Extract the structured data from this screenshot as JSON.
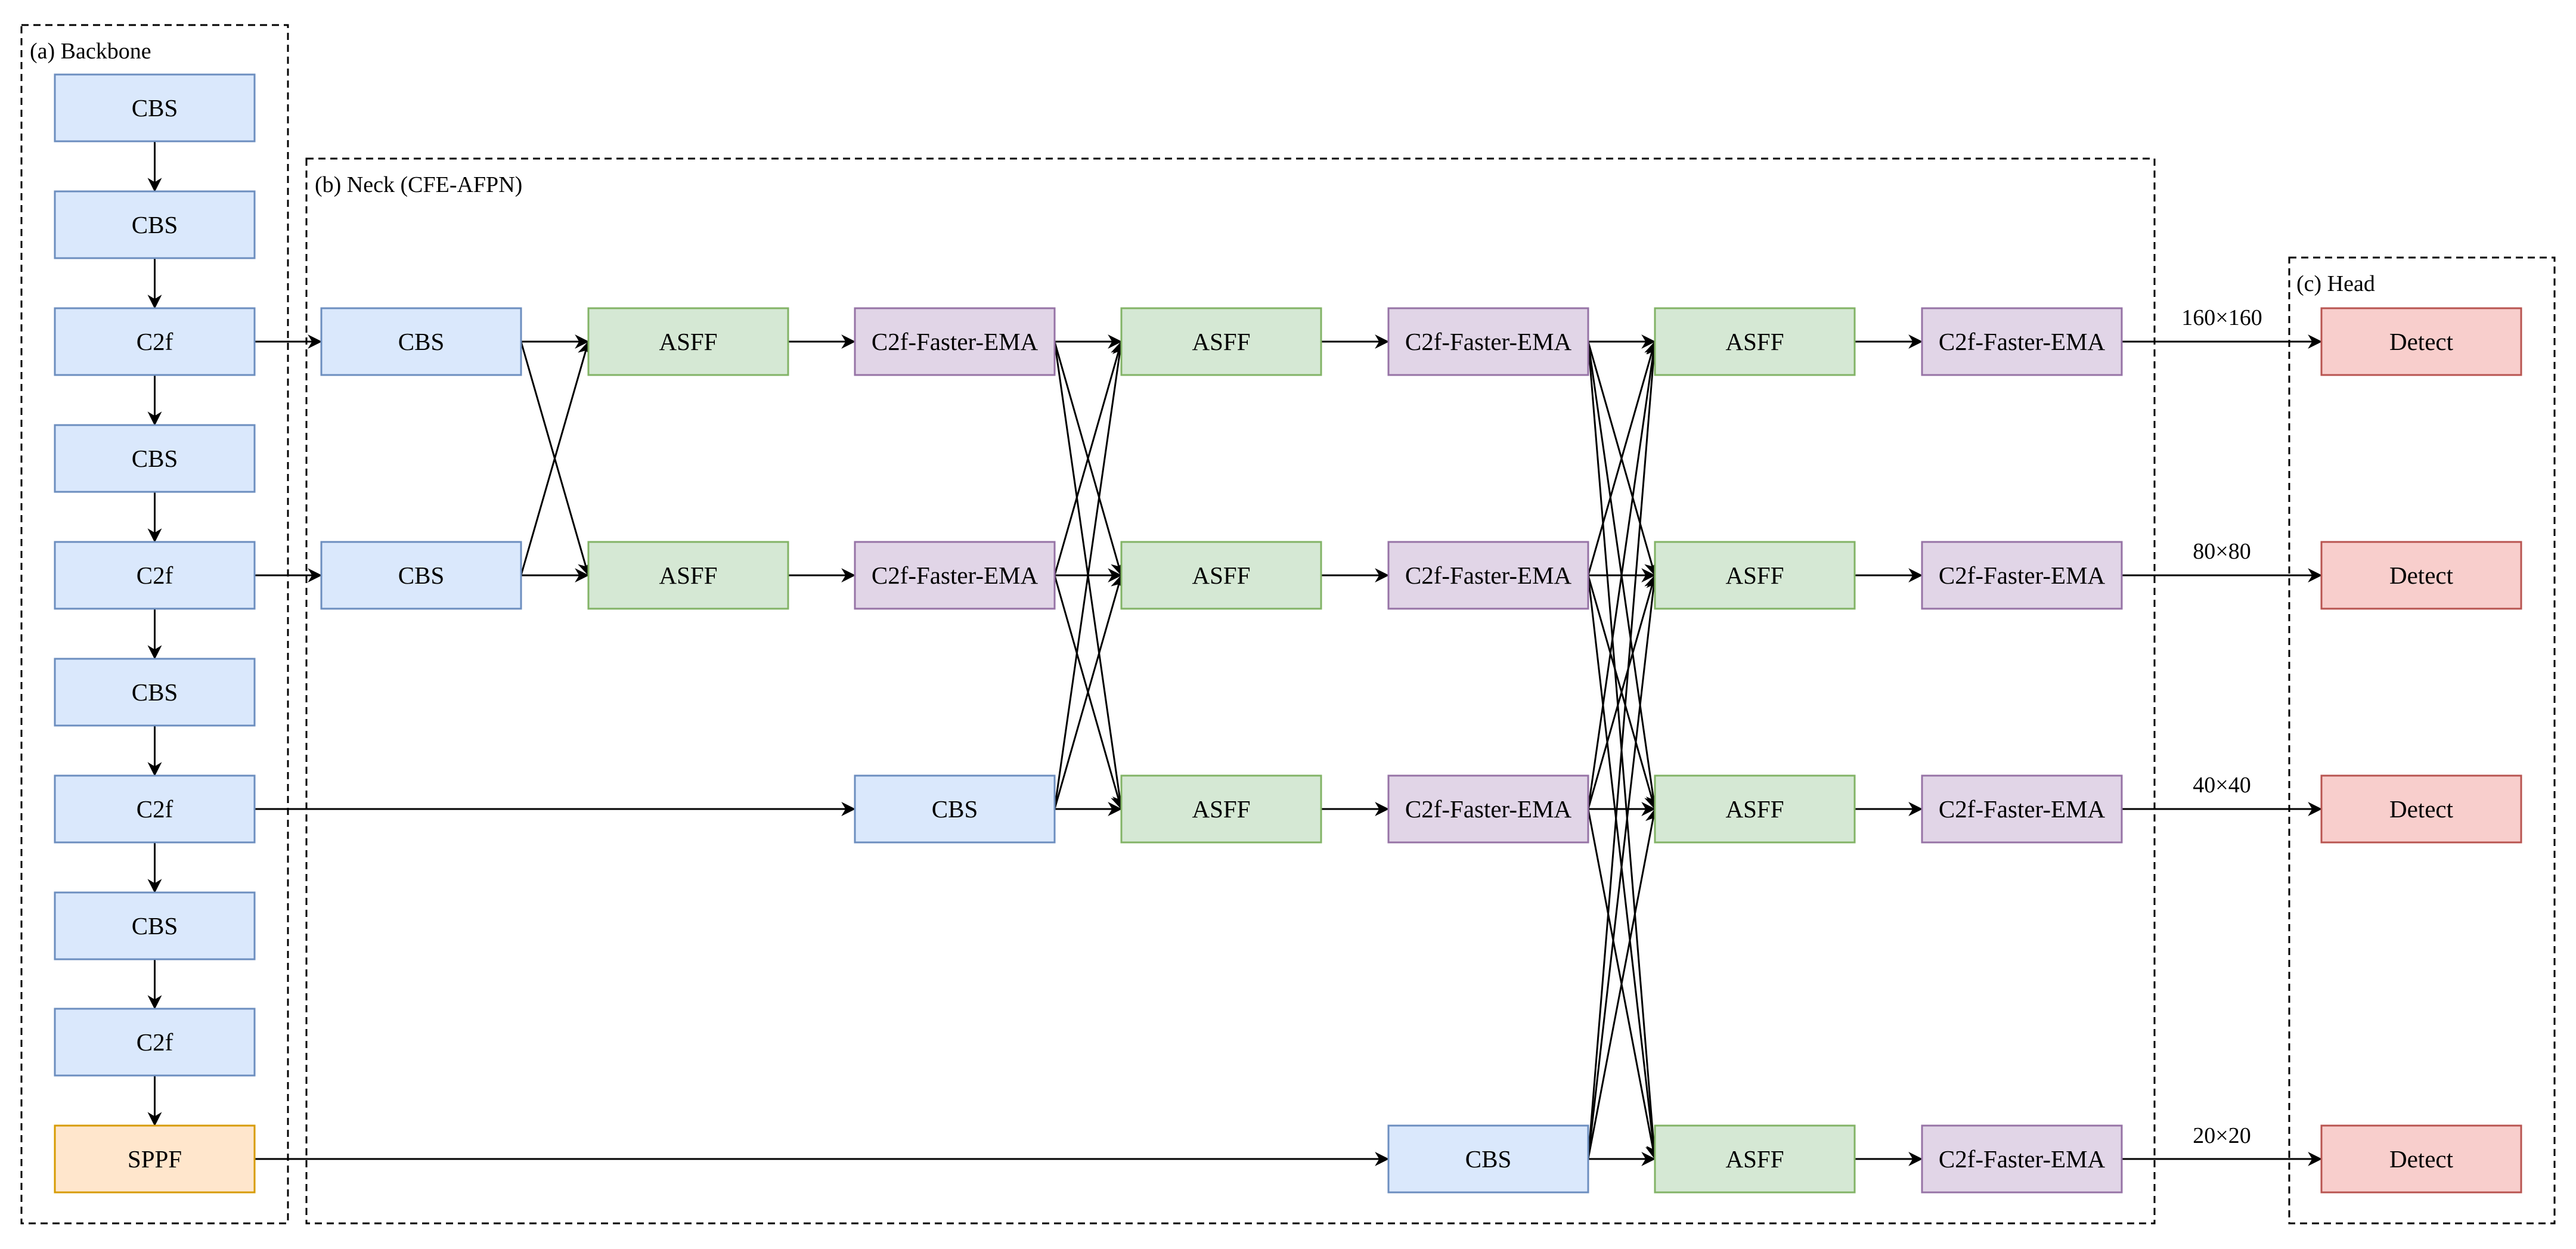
{
  "regions": {
    "backbone": "(a) Backbone",
    "neck": "(b) Neck (CFE-AFPN)",
    "head": "(c) Head"
  },
  "colors": {
    "cbs_fill": "#dae8fc",
    "cbs_stroke": "#6c8ebf",
    "sppf_fill": "#ffe6cc",
    "sppf_stroke": "#d79b00",
    "asff_fill": "#d5e8d4",
    "asff_stroke": "#82b366",
    "fema_fill": "#e1d5e7",
    "fema_stroke": "#9673a6",
    "detect_fill": "#f8cecc",
    "detect_stroke": "#b85450"
  },
  "backbone": [
    "CBS",
    "CBS",
    "C2f",
    "CBS",
    "C2f",
    "CBS",
    "C2f",
    "CBS",
    "C2f",
    "SPPF"
  ],
  "neck": {
    "col1": [
      "CBS",
      "CBS"
    ],
    "col2": [
      "ASFF",
      "ASFF"
    ],
    "col3": [
      "C2f-Faster-EMA",
      "C2f-Faster-EMA",
      "CBS"
    ],
    "col4": [
      "ASFF",
      "ASFF",
      "ASFF"
    ],
    "col5": [
      "C2f-Faster-EMA",
      "C2f-Faster-EMA",
      "C2f-Faster-EMA",
      "CBS"
    ],
    "col6": [
      "ASFF",
      "ASFF",
      "ASFF",
      "ASFF"
    ],
    "col7": [
      "C2f-Faster-EMA",
      "C2f-Faster-EMA",
      "C2f-Faster-EMA",
      "C2f-Faster-EMA"
    ]
  },
  "scales": [
    "160×160",
    "80×80",
    "40×40",
    "20×20"
  ],
  "head": [
    "Detect",
    "Detect",
    "Detect",
    "Detect"
  ]
}
